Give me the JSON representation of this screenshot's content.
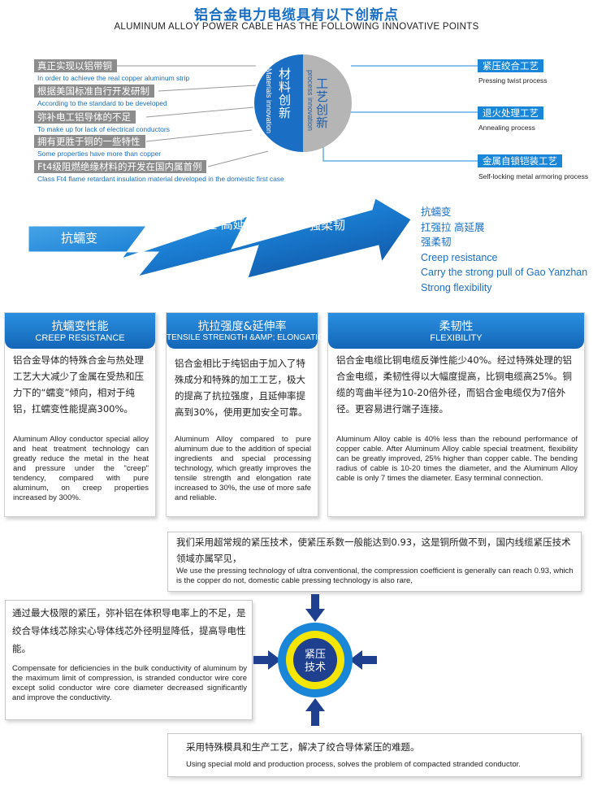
{
  "header": {
    "title_cn": "铝合金电力电缆具有以下创新点",
    "title_en": "ALUMINUM ALLOY POWER CABLE HAS THE FOLLOWING INNOVATIVE POINTS"
  },
  "circle": {
    "left_cn": "材料创新",
    "left_en": "Materials innovation",
    "right_cn": "工艺创新",
    "right_en": "process innovation"
  },
  "materials": [
    {
      "cn": "真正实现以铝带铜",
      "en": "In order to achieve the real copper aluminum strip"
    },
    {
      "cn": "根据美国标准自行开发研制",
      "en": "According to the standard to be developed"
    },
    {
      "cn": "弥补电工铝导体的不足",
      "en": "To make up for lack of electrical conductors"
    },
    {
      "cn": "拥有更胜于铜的一些特性",
      "en": "Some properties have more than copper"
    },
    {
      "cn": "Ft4级阻燃绝缘材料的开发在国内属首例",
      "en": "Class Ft4 flame retardant insulation material developed in the domestic first case"
    }
  ],
  "processes": [
    {
      "cn": "紧压绞合工艺",
      "en": "Pressing twist process"
    },
    {
      "cn": "退火处理工艺",
      "en": "Annealing process"
    },
    {
      "cn": "金属自锁铠装工艺",
      "en": "Self-locking metal armoring process"
    }
  ],
  "arrow": {
    "seg1": "抗蠕变",
    "seg2": "扛强拉 高延展",
    "seg3": "强柔韧"
  },
  "properties_list": [
    "抗蠕变",
    "扛强拉 高延展",
    "强柔韧",
    "Creep resistance",
    "Carry the strong pull of Gao Yanzhan",
    "Strong flexibility"
  ],
  "panels": [
    {
      "title_cn": "抗蠕变性能",
      "title_en": "CREEP RESISTANCE",
      "body_cn": "铝合金导体的特殊合金与热处理工艺大大减少了金属在受热和压力下的“蠕变”倾向，相对于纯铝，扛蠕变性能提高300%。",
      "body_en": "Aluminum Alloy conductor special alloy and heat treatment technology can greatly reduce the metal in the heat and pressure under the \"creep\" tendency, compared with pure aluminum, on creep properties increased by 300%."
    },
    {
      "title_cn": "抗拉强度&延伸率",
      "title_en": "TENSILE STRENGTH &AMP; ELONGATION",
      "body_cn": "铝合金相比于纯铝由于加入了特殊成分和特殊的加工工艺，极大的提高了抗拉强度，且延伸率提高到30%，使用更加安全可靠。",
      "body_en": "Aluminum Alloy compared to pure aluminum due to the addition of special ingredients and special processing technology, which greatly improves the tensile strength and elongation rate increased to 30%, the use of more safe and reliable."
    },
    {
      "title_cn": "柔韧性",
      "title_en": "FLEXIBILITY",
      "body_cn": "铝合金电缆比铜电缆反弹性能少40%。经过特殊处理的铝合金电缆，柔韧性得以大幅度提高，比铜电缆高25%。铜缆的弯曲半径为10-20倍外径，而铝合金电缆仅为7倍外径。更容易进行端子连接。",
      "body_en": "Aluminum Alloy cable is 40% less than the rebound performance of copper cable. After Aluminum Alloy cable special treatment, flexibility can be greatly improved, 25% higher than copper cable. The bending radius of cable is 10-20 times the diameter, and the Aluminum Alloy cable is only 7 times the diameter. Easy terminal connection."
    }
  ],
  "top_box": {
    "cn": "我们采用超常规的紧压技术，使紧压系数一般能达到0.93，这是铜所做不到，国内线缆紧压技术领域亦属罕见，",
    "en": "We use the pressing technology of ultra conventional, the compression coefficient is generally can reach 0.93, which is the copper do not, domestic cable pressing technology is also rare,"
  },
  "left_box": {
    "cn": "通过最大极限的紧压，弥补铝在体积导电率上的不足，是绞合导体线芯除实心导体线芯外径明显降低，提高导电性能。",
    "en": "Compensate for deficiencies in the bulk conductivity of aluminum by the maximum limit of compression, is stranded conductor wire core except solid conductor wire core diameter decreased significantly and improve the conductivity."
  },
  "bottom_box": {
    "cn": "采用特殊模具和生产工艺，解决了绞合导体紧压的难题。",
    "en": "Using special mold and production process, solves the problem of compacted stranded conductor."
  },
  "core_label": "紧压技术",
  "colors": {
    "accent": "#1a6fc4",
    "gray": "#8c8c8c",
    "yellow": "#f5e600",
    "navy": "#1f3f8f"
  }
}
